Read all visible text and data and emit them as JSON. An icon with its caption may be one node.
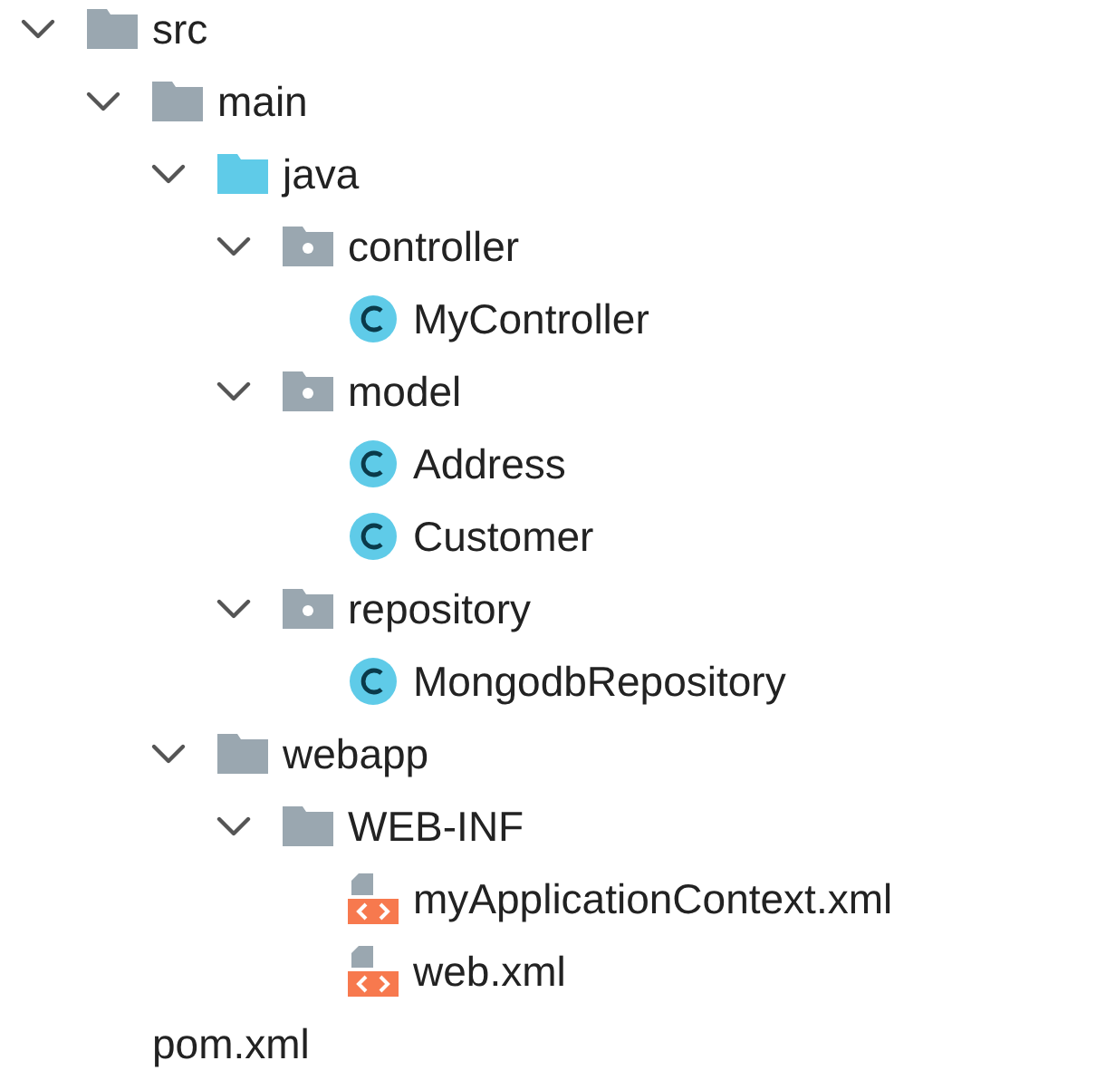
{
  "diagram": {
    "nodes": [
      {
        "text": [
          "src"
        ]
      },
      {
        "text": [
          "main"
        ]
      },
      {
        "text": [
          "java"
        ]
      },
      {
        "text": [
          "controller"
        ]
      },
      {
        "text": [
          "MyController"
        ]
      },
      {
        "text": [
          "model"
        ]
      },
      {
        "text": [
          "Address"
        ]
      },
      {
        "text": [
          "Customer"
        ]
      },
      {
        "text": [
          "repository"
        ]
      },
      {
        "text": [
          "MongodbRepository"
        ]
      },
      {
        "text": [
          "webapp"
        ]
      },
      {
        "text": [
          "WEB-INF"
        ]
      },
      {
        "text": [
          "myApplicationContext.xml"
        ]
      },
      {
        "text": [
          "web.xml"
        ]
      },
      {
        "text": [
          "pom.xml"
        ]
      }
    ]
  }
}
